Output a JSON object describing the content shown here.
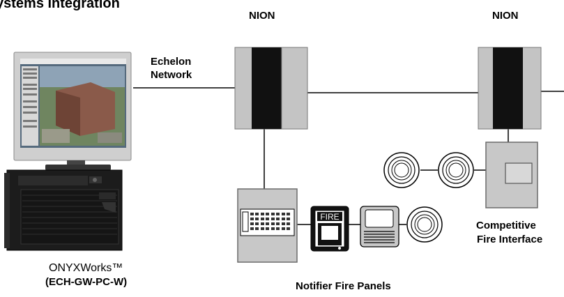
{
  "title": "ystems Integration",
  "nodes": {
    "nion_left": "NION",
    "nion_right": "NION",
    "echelon_line1": "Echelon",
    "echelon_line2": "Network",
    "workstation_name": "ONYXWorks™",
    "workstation_model": "(ECH-GW-PC-W)",
    "notifier_label": "Notifier Fire Panels",
    "competitive_line1": "Competitive",
    "competitive_line2": "Fire Interface",
    "fire_text": "FIRE"
  },
  "colors": {
    "nion_dark": "#111111",
    "nion_light": "#c4c4c4",
    "panel_gray": "#c8c8c8",
    "panel_border": "#6a6a6a",
    "monitor_frame": "#cfcfcf",
    "case_dark": "#1c1c1c"
  }
}
